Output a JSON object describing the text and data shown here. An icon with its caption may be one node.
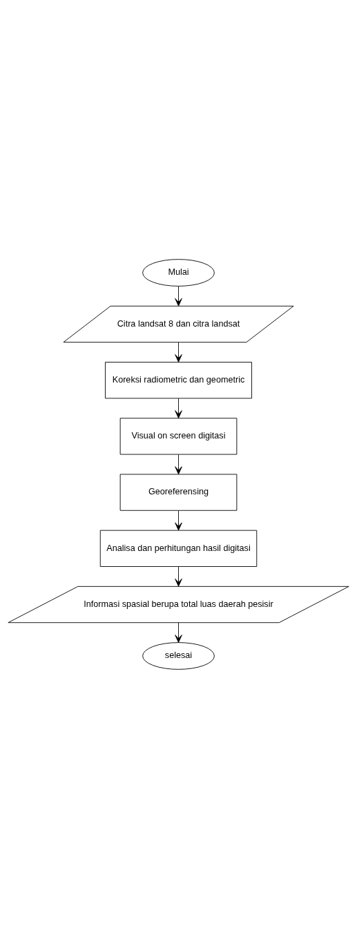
{
  "diagram": {
    "nodes": [
      {
        "text": [
          "Mulai"
        ]
      },
      {
        "text": [
          "Citra landsat 8 dan citra landsat"
        ]
      },
      {
        "text": [
          "Koreksi radiometric dan geometric"
        ]
      },
      {
        "text": [
          "Visual on screen digitasi"
        ]
      },
      {
        "text": [
          "Georeferensing"
        ]
      },
      {
        "text": [
          "Analisa dan perhitungan hasil digitasi"
        ]
      },
      {
        "text": [
          "Informasi spasial berupa total luas daerah pesisir"
        ]
      },
      {
        "text": [
          "selesai"
        ]
      }
    ],
    "edges": [
      {
        "from": 0,
        "to": 1,
        "arrow": "to"
      },
      {
        "from": 1,
        "to": 2,
        "arrow": "to"
      },
      {
        "from": 2,
        "to": 3,
        "arrow": "to"
      },
      {
        "from": 3,
        "to": 4,
        "arrow": "to"
      },
      {
        "from": 4,
        "to": 5,
        "arrow": "to"
      },
      {
        "from": 5,
        "to": 6,
        "arrow": "to"
      },
      {
        "from": 6,
        "to": 7,
        "arrow": "to"
      }
    ]
  }
}
